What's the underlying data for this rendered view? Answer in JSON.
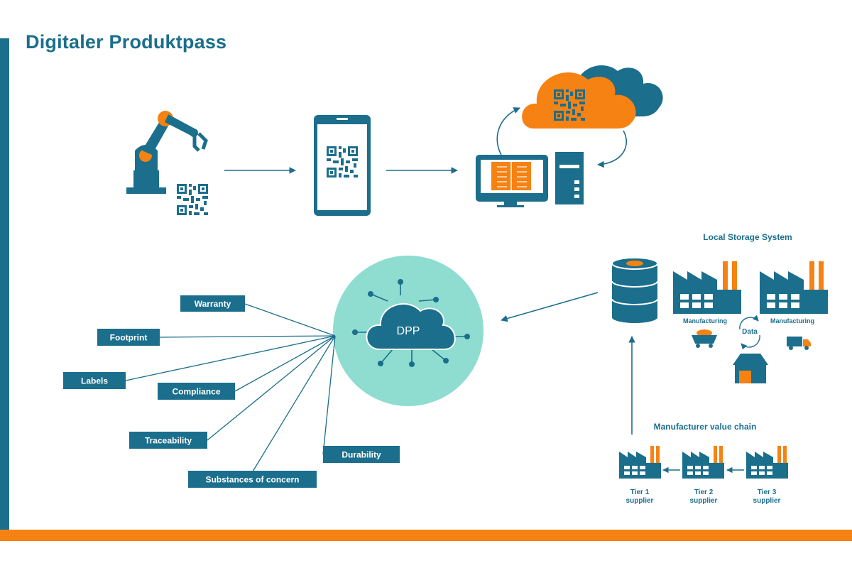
{
  "title": "Digitaler Produktpass",
  "colors": {
    "teal": "#1b6e8c",
    "orange": "#f58212",
    "mint": "#8fdcd0",
    "dark_teal": "#1a5f7a"
  },
  "dpp_label": "DPP",
  "attributes": [
    "Warranty",
    "Footprint",
    "Labels",
    "Compliance",
    "Traceability",
    "Substances of concern",
    "Durability"
  ],
  "local_storage": {
    "title": "Local Storage System",
    "manufacturing_label_1": "Manufacturing",
    "manufacturing_label_2": "Manufacturing",
    "data_label": "Data"
  },
  "value_chain": {
    "title": "Manufacturer value chain",
    "tiers": [
      {
        "line1": "Tier 1",
        "line2": "supplier"
      },
      {
        "line1": "Tier 2",
        "line2": "supplier"
      },
      {
        "line1": "Tier 3",
        "line2": "supplier"
      }
    ]
  },
  "icons": [
    "robot-arm-icon",
    "qr-code-icon",
    "smartphone-icon",
    "cloud-icon",
    "monitor-icon",
    "server-tower-icon",
    "database-icon",
    "factory-icon",
    "cart-icon",
    "truck-icon",
    "warehouse-icon"
  ]
}
